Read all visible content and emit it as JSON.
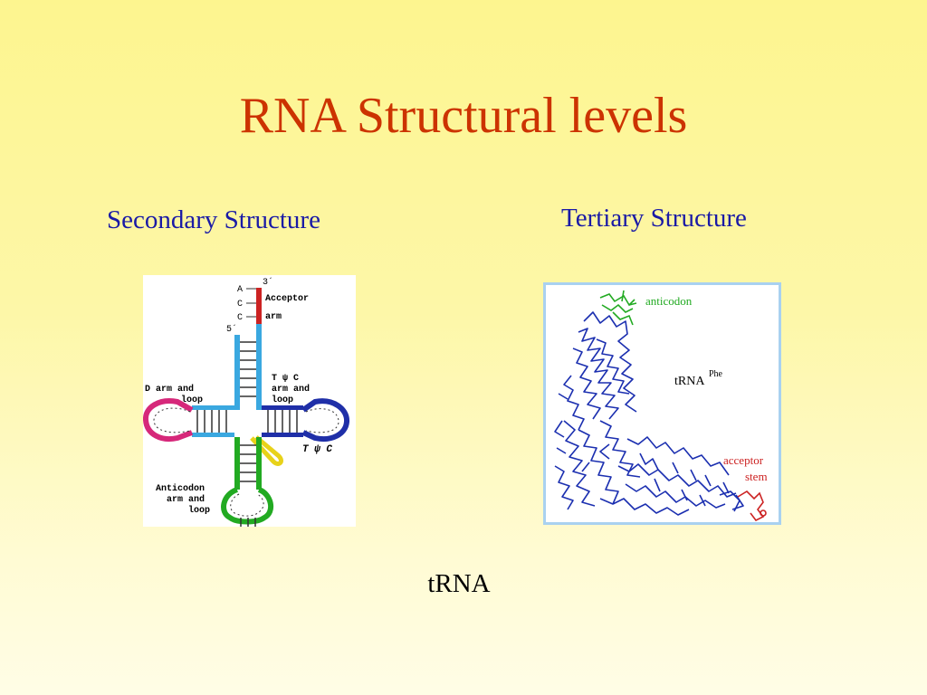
{
  "slide": {
    "title": "RNA Structural levels",
    "left_heading": "Secondary Structure",
    "right_heading": "Tertiary Structure",
    "caption": "tRNA"
  },
  "secondary_diagram": {
    "label_A": "A",
    "label_C1": "C",
    "label_C2": "C",
    "label_3prime": "3´",
    "label_5prime": "5´",
    "acceptor_line1": "Acceptor",
    "acceptor_line2": "arm",
    "tpsic_line1": "T ψ C",
    "tpsic_line2": "arm and",
    "tpsic_line3": "loop",
    "darm_line1": "D arm and",
    "darm_line2": "loop",
    "anticodon_line1": "Anticodon",
    "anticodon_line2": "arm and",
    "anticodon_line3": "loop",
    "tpsic_loop_label": "T ψ C",
    "colors": {
      "acceptor": "#cc2222",
      "d_arm": "#d6287a",
      "anticodon": "#22aa22",
      "tpsic": "#1f2fa8",
      "variable": "#e8d21a",
      "stem": "#3aa8e0"
    }
  },
  "tertiary_diagram": {
    "anticodon_label": "anticodon",
    "trna_label": "tRNA",
    "trna_superscript": "Phe",
    "acceptor_line1": "acceptor",
    "acceptor_line2": "stem",
    "colors": {
      "backbone": "#1b2fb0",
      "anticodon": "#22aa22",
      "acceptor": "#cc2222"
    }
  }
}
